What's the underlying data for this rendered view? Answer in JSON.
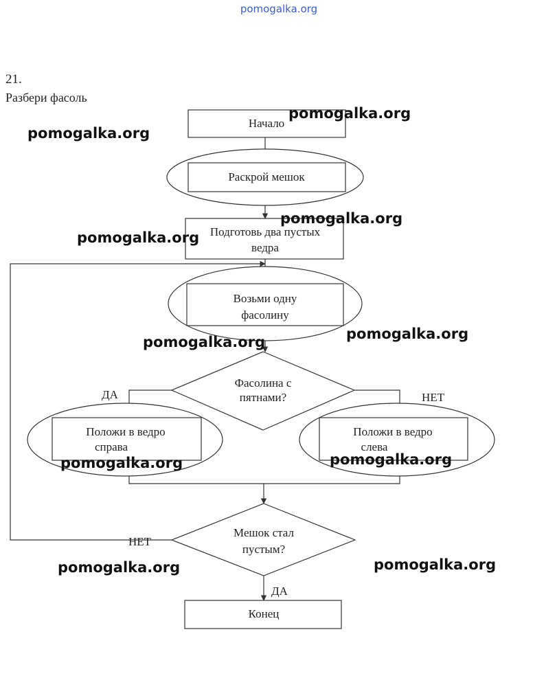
{
  "site_header": "pomogalka.org",
  "problem": {
    "number": "21.",
    "title": "Разбери фасоль"
  },
  "flowchart": {
    "start": "Начало",
    "step_open_bag": "Раскрой мешок",
    "step_prepare_line1": "Подготовь два пустых",
    "step_prepare_line2": "ведра",
    "step_take_line1": "Возьми одну",
    "step_take_line2": "фасолину",
    "decision_spots_line1": "Фасолина с",
    "decision_spots_line2": "пятнами?",
    "yes_left": "ДА",
    "no_right": "НЕТ",
    "put_right_line1": "Положи в ведро",
    "put_right_line2": "справа",
    "put_left_line1": "Положи в ведро",
    "put_left_line2": "слева",
    "decision_empty_line1": "Мешок стал",
    "decision_empty_line2": "пустым?",
    "no_loop": "НЕТ",
    "yes_end": "ДА",
    "end": "Конец"
  },
  "watermarks": [
    "pomogalka.org",
    "pomogalka.org",
    "pomogalka.org",
    "pomogalka.org",
    "pomogalka.org",
    "pomogalka.org",
    "pomogalka.org",
    "pomogalka.org",
    "pomogalka.org",
    "pomogalka.org"
  ]
}
